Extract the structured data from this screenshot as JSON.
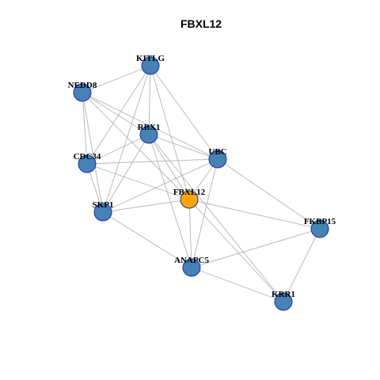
{
  "diagram": {
    "title": "FBXL12",
    "colors": {
      "node_default": "#4682b4",
      "node_highlight": "#ffa500",
      "node_border": "#1a2fae",
      "edge": "#b4b4b4"
    },
    "nodes": [
      {
        "id": "KITLG",
        "label": "KITLG",
        "highlight": false
      },
      {
        "id": "NEDD8",
        "label": "NEDD8",
        "highlight": false
      },
      {
        "id": "RBX1",
        "label": "RBX1",
        "highlight": false
      },
      {
        "id": "CDC34",
        "label": "CDC34",
        "highlight": false
      },
      {
        "id": "UBC",
        "label": "UBC",
        "highlight": false
      },
      {
        "id": "FBXL12",
        "label": "FBXL12",
        "highlight": true
      },
      {
        "id": "SKP1",
        "label": "SKP1",
        "highlight": false
      },
      {
        "id": "FKBP15",
        "label": "FKBP15",
        "highlight": false
      },
      {
        "id": "ANAPC5",
        "label": "ANAPC5",
        "highlight": false
      },
      {
        "id": "KRR1",
        "label": "KRR1",
        "highlight": false
      }
    ],
    "edges": [
      [
        "KITLG",
        "NEDD8"
      ],
      [
        "KITLG",
        "RBX1"
      ],
      [
        "KITLG",
        "UBC"
      ],
      [
        "KITLG",
        "CDC34"
      ],
      [
        "KITLG",
        "SKP1"
      ],
      [
        "KITLG",
        "FBXL12"
      ],
      [
        "NEDD8",
        "RBX1"
      ],
      [
        "NEDD8",
        "UBC"
      ],
      [
        "NEDD8",
        "CDC34"
      ],
      [
        "NEDD8",
        "SKP1"
      ],
      [
        "NEDD8",
        "FBXL12"
      ],
      [
        "RBX1",
        "CDC34"
      ],
      [
        "RBX1",
        "UBC"
      ],
      [
        "RBX1",
        "SKP1"
      ],
      [
        "RBX1",
        "FBXL12"
      ],
      [
        "RBX1",
        "ANAPC5"
      ],
      [
        "RBX1",
        "KRR1"
      ],
      [
        "CDC34",
        "UBC"
      ],
      [
        "CDC34",
        "SKP1"
      ],
      [
        "CDC34",
        "FBXL12"
      ],
      [
        "UBC",
        "SKP1"
      ],
      [
        "UBC",
        "FBXL12"
      ],
      [
        "UBC",
        "ANAPC5"
      ],
      [
        "UBC",
        "FKBP15"
      ],
      [
        "SKP1",
        "FBXL12"
      ],
      [
        "SKP1",
        "ANAPC5"
      ],
      [
        "FBXL12",
        "ANAPC5"
      ],
      [
        "FBXL12",
        "FKBP15"
      ],
      [
        "FBXL12",
        "KRR1"
      ],
      [
        "FKBP15",
        "ANAPC5"
      ],
      [
        "FKBP15",
        "KRR1"
      ],
      [
        "ANAPC5",
        "KRR1"
      ]
    ]
  }
}
